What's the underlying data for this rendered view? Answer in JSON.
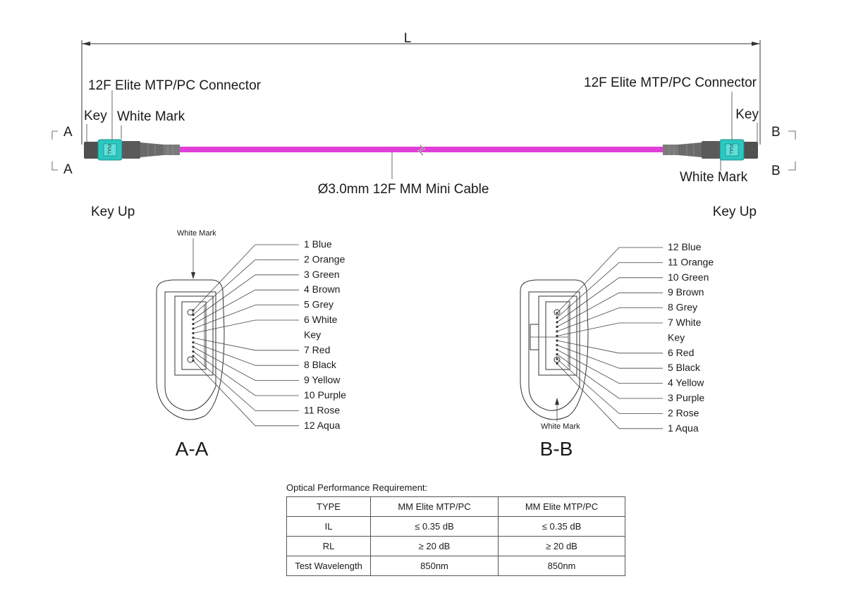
{
  "length_label": "L",
  "connector_a": {
    "title": "12F Elite MTP/PC Connector",
    "key": "Key",
    "white_mark": "White Mark",
    "section": "A"
  },
  "connector_b": {
    "title": "12F Elite MTP/PC Connector",
    "key": "Key",
    "white_mark": "White Mark",
    "section": "B"
  },
  "pull_text": "PULL",
  "cable_label": "Ø3.0mm 12F MM Mini Cable",
  "key_up_left": "Key Up",
  "key_up_right": "Key Up",
  "section_aa": {
    "title": "A-A",
    "white_mark": "White Mark",
    "fibers": [
      "1 Blue",
      "2 Orange",
      "3 Green",
      "4 Brown",
      "5 Grey",
      "6 White",
      "Key",
      "7 Red",
      "8 Black",
      "9 Yellow",
      "10 Purple",
      "11 Rose",
      "12 Aqua"
    ]
  },
  "section_bb": {
    "title": "B-B",
    "white_mark": "White Mark",
    "fibers": [
      "12 Blue",
      "11 Orange",
      "10 Green",
      "9 Brown",
      "8 Grey",
      "7 White",
      "Key",
      "6 Red",
      "5 Black",
      "4 Yellow",
      "3 Purple",
      "2 Rose",
      "1 Aqua"
    ]
  },
  "performance": {
    "title": "Optical Performance Requirement:",
    "rows": [
      [
        "TYPE",
        "MM Elite MTP/PC",
        "MM Elite MTP/PC"
      ],
      [
        "IL",
        "≤ 0.35 dB",
        "≤ 0.35 dB"
      ],
      [
        "RL",
        "≥ 20 dB",
        "≥ 20 dB"
      ],
      [
        "Test Wavelength",
        "850nm",
        "850nm"
      ]
    ]
  },
  "colors": {
    "cable": "#e040d8",
    "boot_body": "#6a6a6a",
    "housing": "#2bc7c0",
    "line": "#333333"
  }
}
